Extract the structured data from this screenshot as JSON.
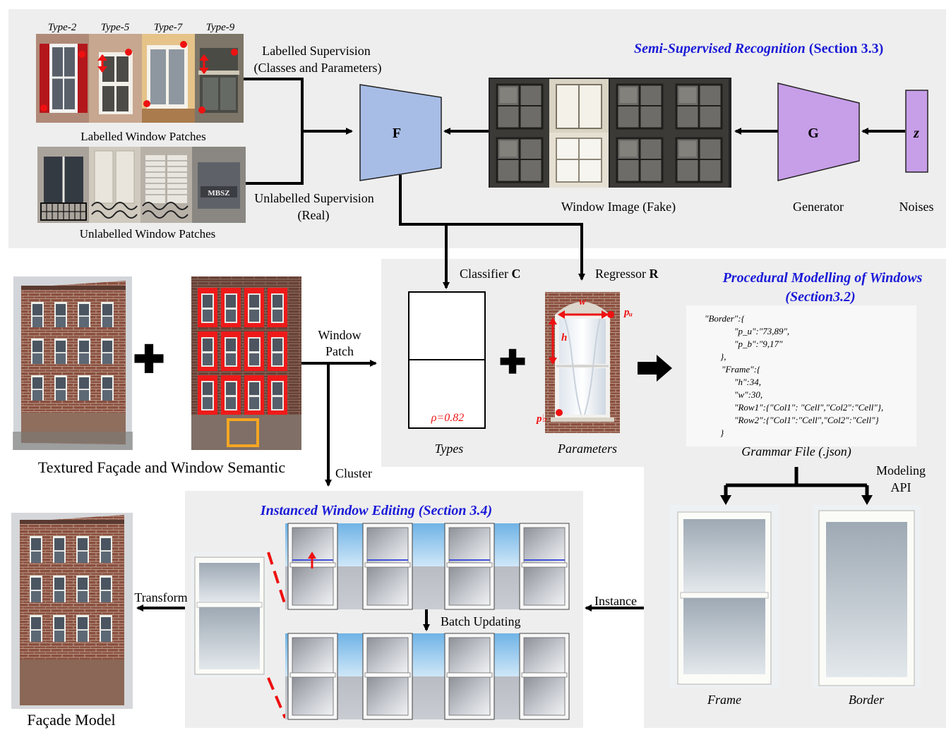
{
  "semi": {
    "title_main": "Semi-Supervised Recognition",
    "title_section": " (Section 3.3)",
    "labelled_types": [
      "Type-2",
      "Type-5",
      "Type-7",
      "Type-9"
    ],
    "labelled_patches_label": "Labelled Window Patches",
    "unlabelled_patches_label": "Unlabelled Window Patches",
    "labelled_supervision_line1": "Labelled Supervision",
    "labelled_supervision_line2": "(Classes and Parameters)",
    "unlabelled_supervision_line1": "Unlabelled Supervision",
    "unlabelled_supervision_line2": "(Real)",
    "network_f": "F",
    "network_g": "G",
    "noise_symbol": "z",
    "fake_images_label": "Window Image (Fake)",
    "generator_label": "Generator",
    "noises_label": "Noises",
    "sign_text": "MBSZ"
  },
  "recognition": {
    "classifier_prefix": "Classifier ",
    "classifier_symbol": "C",
    "regressor_prefix": "Regressor ",
    "regressor_symbol": "R",
    "rho": "ρ=0.82",
    "types_label": "Types",
    "parameters_label": "Parameters",
    "param_w": "w",
    "param_h": "h",
    "param_pu": "pᵤ",
    "param_pb": "p♭"
  },
  "facade": {
    "window_patch_line1": "Window",
    "window_patch_line2": "Patch",
    "textured_label": "Textured Façade and Window Semantic",
    "cluster_label": "Cluster",
    "model_label": "Façade Model",
    "transform_label": "Transform"
  },
  "procedural": {
    "title_line1": "Procedural Modelling of Windows",
    "title_line2": "(Section3.2)",
    "grammar_lines": [
      "\"Border\":{",
      "\"p_u\":\"73,89\",",
      "\"p_b\":\"9,17\"",
      "},",
      "\"Frame\":{",
      "\"h\":34,",
      "\"w\":30,",
      "\"Row1\":{\"Col1\": \"Cell\",\"Col2\":\"Cell\"},",
      "\"Row2\":{\"Col1\":\"Cell\",\"Col2\":\"Cell\"}",
      "}"
    ],
    "grammar_file_label": "Grammar File (.json)",
    "modeling_api_line1": "Modeling",
    "modeling_api_line2": "API",
    "frame_label": "Frame",
    "border_label": "Border",
    "instance_label": "Instance"
  },
  "editing": {
    "title": "Instanced Window Editing (Section 3.4)",
    "batch_label": "Batch Updating"
  },
  "colors": {
    "panel_bg": "#eeeeee",
    "title_blue": "#1a1ad8",
    "network_f": "#a8bde6",
    "network_g": "#c79ee8",
    "marker_red": "#ee1111",
    "semantic_red": "#ee1a1a",
    "door_orange": "#f5a623"
  }
}
